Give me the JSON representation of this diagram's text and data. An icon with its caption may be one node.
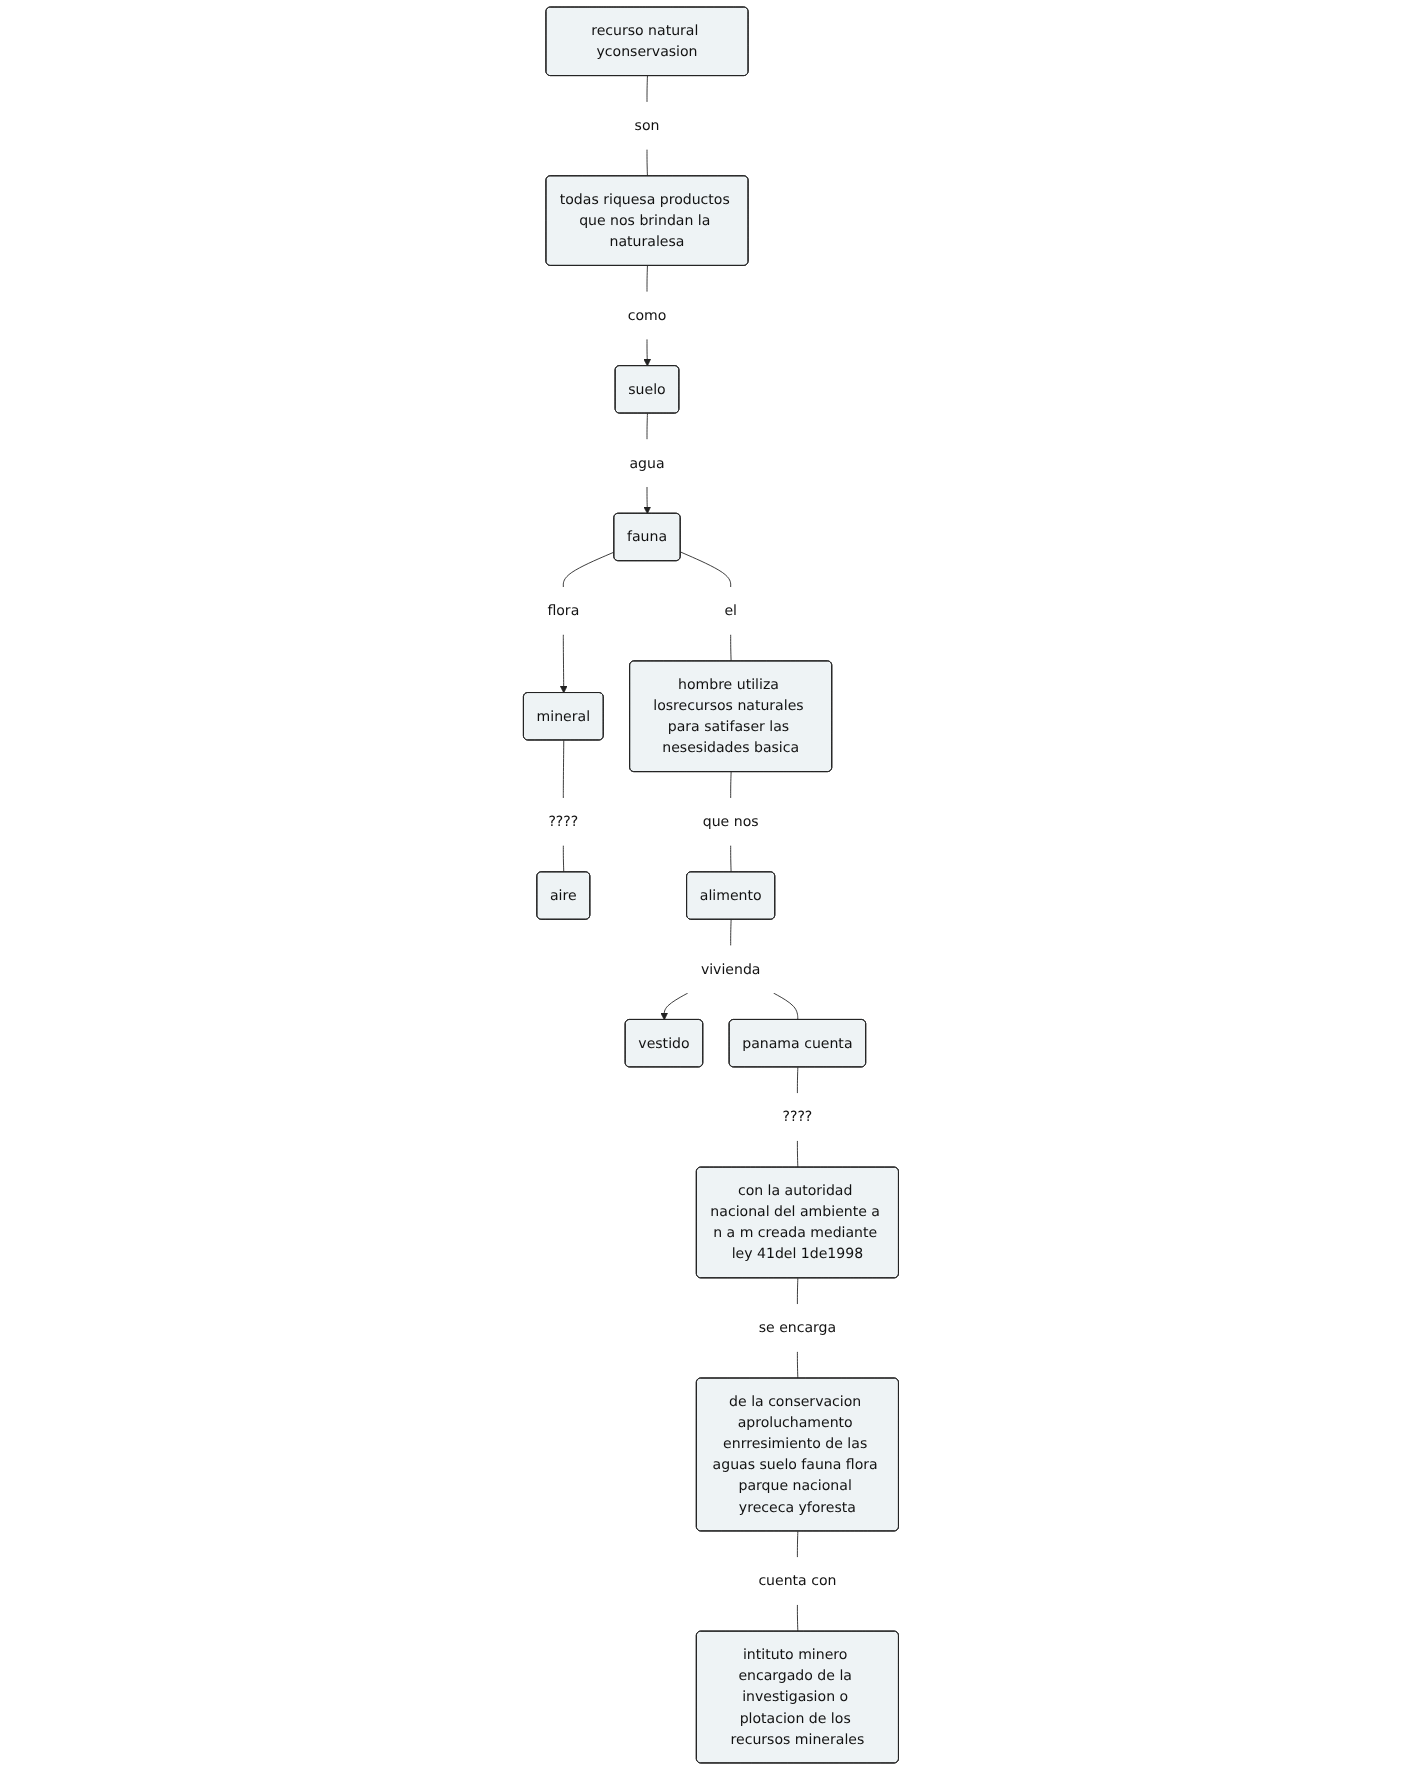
{
  "diagram": {
    "nodes": [
      {
        "text": [
          "recurso natural yconservasion"
        ]
      },
      {
        "text": [
          "son"
        ]
      },
      {
        "text": [
          "todas riquesa productos que nos brindan la naturalesa"
        ]
      },
      {
        "text": [
          "como"
        ]
      },
      {
        "text": [
          "suelo"
        ]
      },
      {
        "text": [
          "agua"
        ]
      },
      {
        "text": [
          "fauna"
        ]
      },
      {
        "text": [
          "flora"
        ]
      },
      {
        "text": [
          "mineral"
        ]
      },
      {
        "text": [
          "????"
        ]
      },
      {
        "text": [
          "aire"
        ]
      },
      {
        "text": [
          "el"
        ]
      },
      {
        "text": [
          "hombre utiliza losrecursos naturales para satifaser las nesesidades basica"
        ]
      },
      {
        "text": [
          "que nos"
        ]
      },
      {
        "text": [
          "alimento"
        ]
      },
      {
        "text": [
          "vestido"
        ]
      },
      {
        "text": [
          "vivienda"
        ]
      },
      {
        "text": [
          "panama cuenta"
        ]
      },
      {
        "text": [
          "????"
        ]
      },
      {
        "text": [
          "con la autoridad nacional del ambiente a n a m creada mediante ley 41del 1de1998"
        ]
      },
      {
        "text": [
          "se encarga"
        ]
      },
      {
        "text": [
          "de la conservacion aproluchamento enrresimiento de las aguas suelo fauna flora parque nacional yrececa yforesta"
        ]
      },
      {
        "text": [
          "cuenta con"
        ]
      },
      {
        "text": [
          "intituto minero encargado de la investigasion o plotacion de los recursos minerales"
        ]
      }
    ],
    "edges": [
      {
        "from": 0,
        "to": 1,
        "arrow": "none"
      },
      {
        "from": 1,
        "to": 2,
        "arrow": "none"
      },
      {
        "from": 2,
        "to": 3,
        "arrow": "none"
      },
      {
        "from": 3,
        "to": 4,
        "arrow": "to"
      },
      {
        "from": 4,
        "to": 5,
        "arrow": "none"
      },
      {
        "from": 5,
        "to": 6,
        "arrow": "to"
      },
      {
        "from": 6,
        "to": 7,
        "arrow": "none"
      },
      {
        "from": 7,
        "to": 8,
        "arrow": "to"
      },
      {
        "from": 8,
        "to": 9,
        "arrow": "none"
      },
      {
        "from": 9,
        "to": 10,
        "arrow": "none"
      },
      {
        "from": 6,
        "to": 11,
        "arrow": "none"
      },
      {
        "from": 11,
        "to": 12,
        "arrow": "none"
      },
      {
        "from": 12,
        "to": 13,
        "arrow": "none"
      },
      {
        "from": 13,
        "to": 14,
        "arrow": "none"
      },
      {
        "from": 14,
        "to": 16,
        "arrow": "none"
      },
      {
        "from": 16,
        "to": 15,
        "arrow": "to"
      },
      {
        "from": 16,
        "to": 17,
        "arrow": "none"
      },
      {
        "from": 17,
        "to": 18,
        "arrow": "none"
      },
      {
        "from": 18,
        "to": 19,
        "arrow": "none"
      },
      {
        "from": 19,
        "to": 20,
        "arrow": "none"
      },
      {
        "from": 20,
        "to": 21,
        "arrow": "none"
      },
      {
        "from": 21,
        "to": 22,
        "arrow": "none"
      },
      {
        "from": 22,
        "to": 23,
        "arrow": "none"
      }
    ]
  }
}
